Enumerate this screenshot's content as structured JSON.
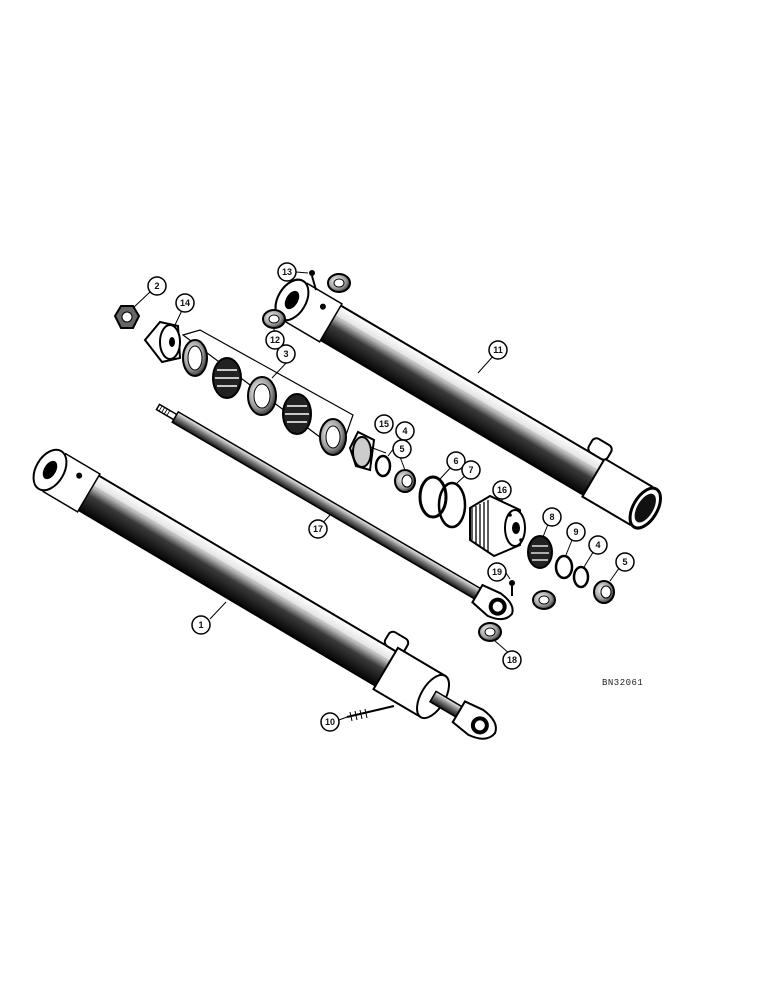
{
  "diagram": {
    "drawing_code": "BN32061",
    "callouts": {
      "c1": "1",
      "c2": "2",
      "c3": "3",
      "c4a": "4",
      "c4b": "4",
      "c5a": "5",
      "c5b": "5",
      "c6": "6",
      "c7": "7",
      "c8": "8",
      "c9": "9",
      "c10": "10",
      "c11": "11",
      "c12": "12",
      "c13": "13",
      "c14": "14",
      "c15": "15",
      "c16": "16",
      "c17": "17",
      "c18": "18",
      "c19": "19"
    }
  }
}
